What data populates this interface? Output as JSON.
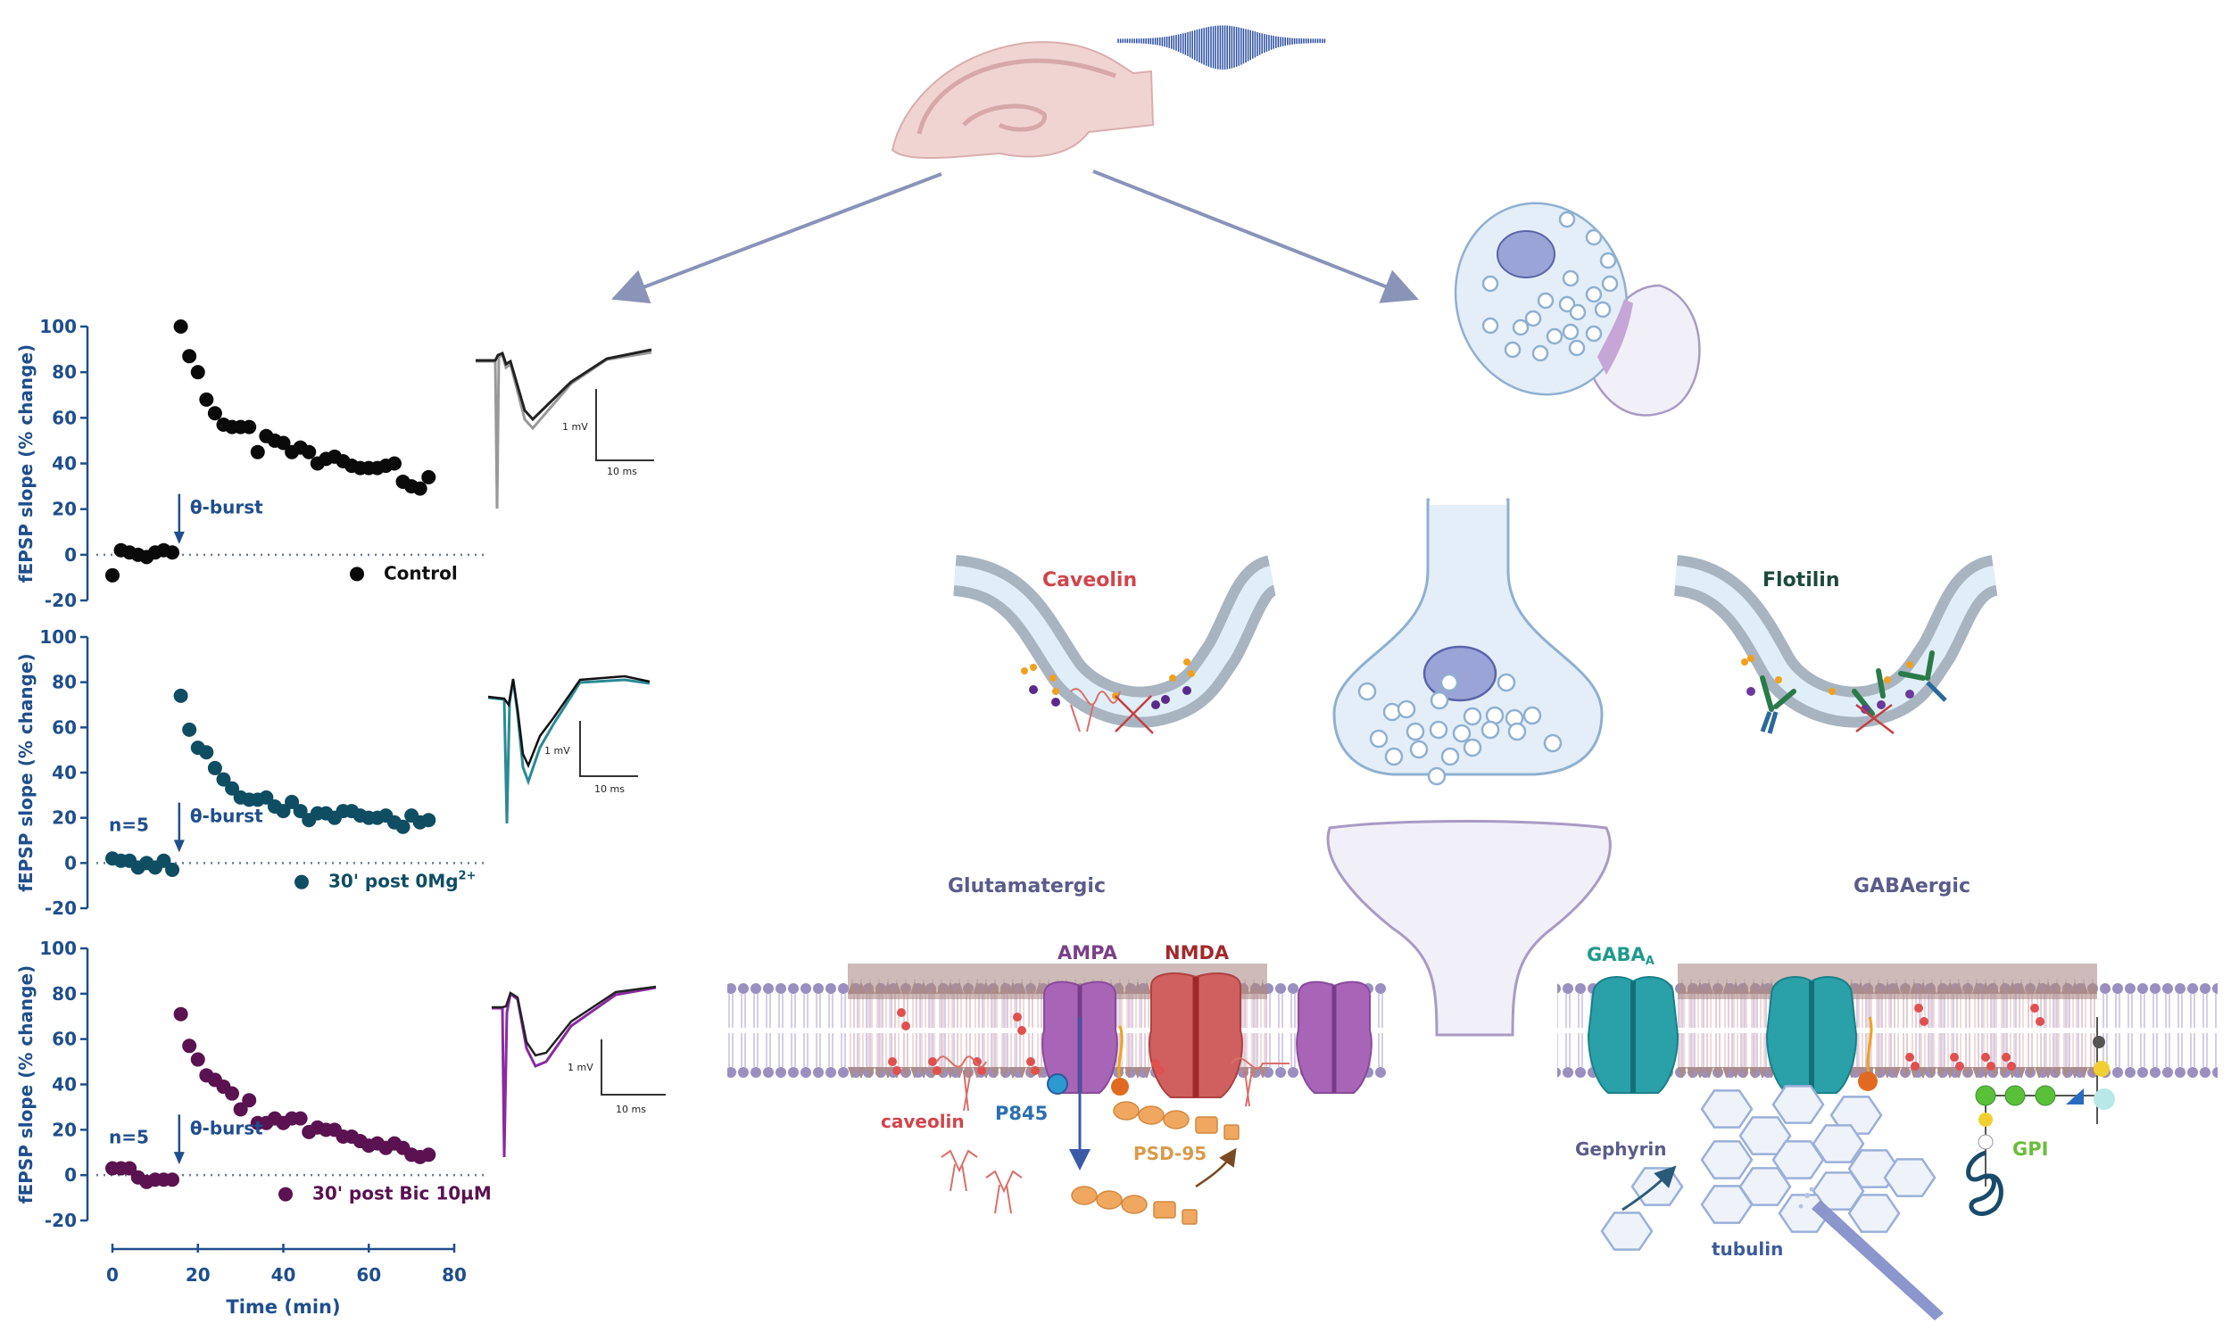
{
  "colors": {
    "axis": "#1f4e8c",
    "control": "#0a0a0a",
    "mg": "#0f4d63",
    "bic": "#5a1250",
    "arrow": "#8a93b8",
    "caveolin_label": "#d0454c",
    "flotilin_label": "#1c4a3c",
    "glut_label": "#5a5c8c",
    "ampa_label": "#7a3f86",
    "nmda_label": "#a2292c",
    "p845_label": "#2b6fb0",
    "psd95_label": "#d99a4a",
    "gaba_label": "#1f9a8c",
    "gpi_label": "#6bbd3c",
    "gephyrin_label": "#5a5c8c",
    "tubulin_label": "#3d5c9a"
  },
  "chart_data": [
    {
      "type": "scatter",
      "title": "",
      "xlabel": "",
      "ylabel": "fEPSP slope (% change)",
      "xlim": [
        0,
        80
      ],
      "ylim": [
        -20,
        100
      ],
      "yticks": [
        -20,
        0,
        20,
        40,
        60,
        80,
        100
      ],
      "grid": false,
      "legend": {
        "label": "Control",
        "position": "bottom-right"
      },
      "annotation": "θ-burst",
      "annotation_x": 15,
      "n_label": "",
      "color_key": "control",
      "baseline": 0,
      "series": [
        {
          "name": "Control",
          "x": [
            0,
            2,
            4,
            6,
            8,
            10,
            12,
            14,
            16,
            18,
            20,
            22,
            24,
            26,
            28,
            30,
            32,
            34,
            36,
            38,
            40,
            42,
            44,
            46,
            48,
            50,
            52,
            54,
            56,
            58,
            60,
            62,
            64,
            66,
            68,
            70,
            72,
            74
          ],
          "y": [
            -9,
            2,
            1,
            0,
            -1,
            1,
            2,
            1,
            100,
            87,
            80,
            68,
            62,
            57,
            56,
            56,
            56,
            45,
            52,
            50,
            49,
            45,
            47,
            45,
            40,
            42,
            43,
            41,
            39,
            38,
            38,
            38,
            39,
            40,
            32,
            30,
            29,
            34
          ]
        }
      ],
      "trace": {
        "scale_y": "1 mV",
        "scale_x": "10 ms"
      }
    },
    {
      "type": "scatter",
      "title": "",
      "xlabel": "",
      "ylabel": "fEPSP slope (% change)",
      "xlim": [
        0,
        80
      ],
      "ylim": [
        -20,
        100
      ],
      "yticks": [
        -20,
        0,
        20,
        40,
        60,
        80,
        100
      ],
      "grid": false,
      "legend": {
        "label": "30' post 0Mg",
        "label_sup": "2+",
        "position": "bottom-right"
      },
      "annotation": "θ-burst",
      "annotation_x": 15,
      "n_label": "n=5",
      "color_key": "mg",
      "baseline": 0,
      "series": [
        {
          "name": "30' post 0Mg2+",
          "x": [
            0,
            2,
            4,
            6,
            8,
            10,
            12,
            14,
            16,
            18,
            20,
            22,
            24,
            26,
            28,
            30,
            32,
            34,
            36,
            38,
            40,
            42,
            44,
            46,
            48,
            50,
            52,
            54,
            56,
            58,
            60,
            62,
            64,
            66,
            68,
            70,
            72,
            74
          ],
          "y": [
            2,
            1,
            1,
            -2,
            0,
            -2,
            1,
            -3,
            74,
            59,
            51,
            49,
            42,
            37,
            33,
            29,
            28,
            28,
            29,
            25,
            23,
            27,
            23,
            19,
            22,
            22,
            20,
            23,
            23,
            21,
            20,
            20,
            21,
            18,
            16,
            21,
            18,
            19
          ]
        }
      ],
      "trace": {
        "scale_y": "1 mV",
        "scale_x": "10 ms"
      }
    },
    {
      "type": "scatter",
      "title": "",
      "xlabel": "Time (min)",
      "ylabel": "fEPSP slope (% change)",
      "xlim": [
        0,
        80
      ],
      "ylim": [
        -20,
        100
      ],
      "xticks": [
        0,
        20,
        40,
        60,
        80
      ],
      "yticks": [
        -20,
        0,
        20,
        40,
        60,
        80,
        100
      ],
      "grid": false,
      "legend": {
        "label": "30' post Bic 10µM",
        "position": "bottom-right"
      },
      "annotation": "θ-burst",
      "annotation_x": 15,
      "n_label": "n=5",
      "color_key": "bic",
      "baseline": 0,
      "series": [
        {
          "name": "30' post Bic 10µM",
          "x": [
            0,
            2,
            4,
            6,
            8,
            10,
            12,
            14,
            16,
            18,
            20,
            22,
            24,
            26,
            28,
            30,
            32,
            34,
            36,
            38,
            40,
            42,
            44,
            46,
            48,
            50,
            52,
            54,
            56,
            58,
            60,
            62,
            64,
            66,
            68,
            70,
            72,
            74
          ],
          "y": [
            3,
            3,
            3,
            -1,
            -3,
            -2,
            -2,
            -2,
            71,
            57,
            51,
            44,
            42,
            39,
            36,
            29,
            33,
            23,
            23,
            25,
            23,
            25,
            25,
            19,
            21,
            20,
            20,
            17,
            17,
            15,
            13,
            14,
            12,
            14,
            12,
            9,
            8,
            9
          ]
        }
      ],
      "trace": {
        "scale_y": "1 mV",
        "scale_x": "10 ms"
      }
    }
  ],
  "diagram": {
    "caveolin_title": "Caveolin",
    "flotilin_title": "Flotilin",
    "glutamatergic_title": "Glutamatergic",
    "gabaergic_title": "GABAergic",
    "ampa": "AMPA",
    "nmda": "NMDA",
    "p845": "P845",
    "caveolin_small": "caveolin",
    "psd95": "PSD-95",
    "gaba_a": "GABA",
    "gaba_a_sub": "A",
    "gephyrin": "Gephyrin",
    "tubulin": "tubulin",
    "gpi": "GPI"
  }
}
